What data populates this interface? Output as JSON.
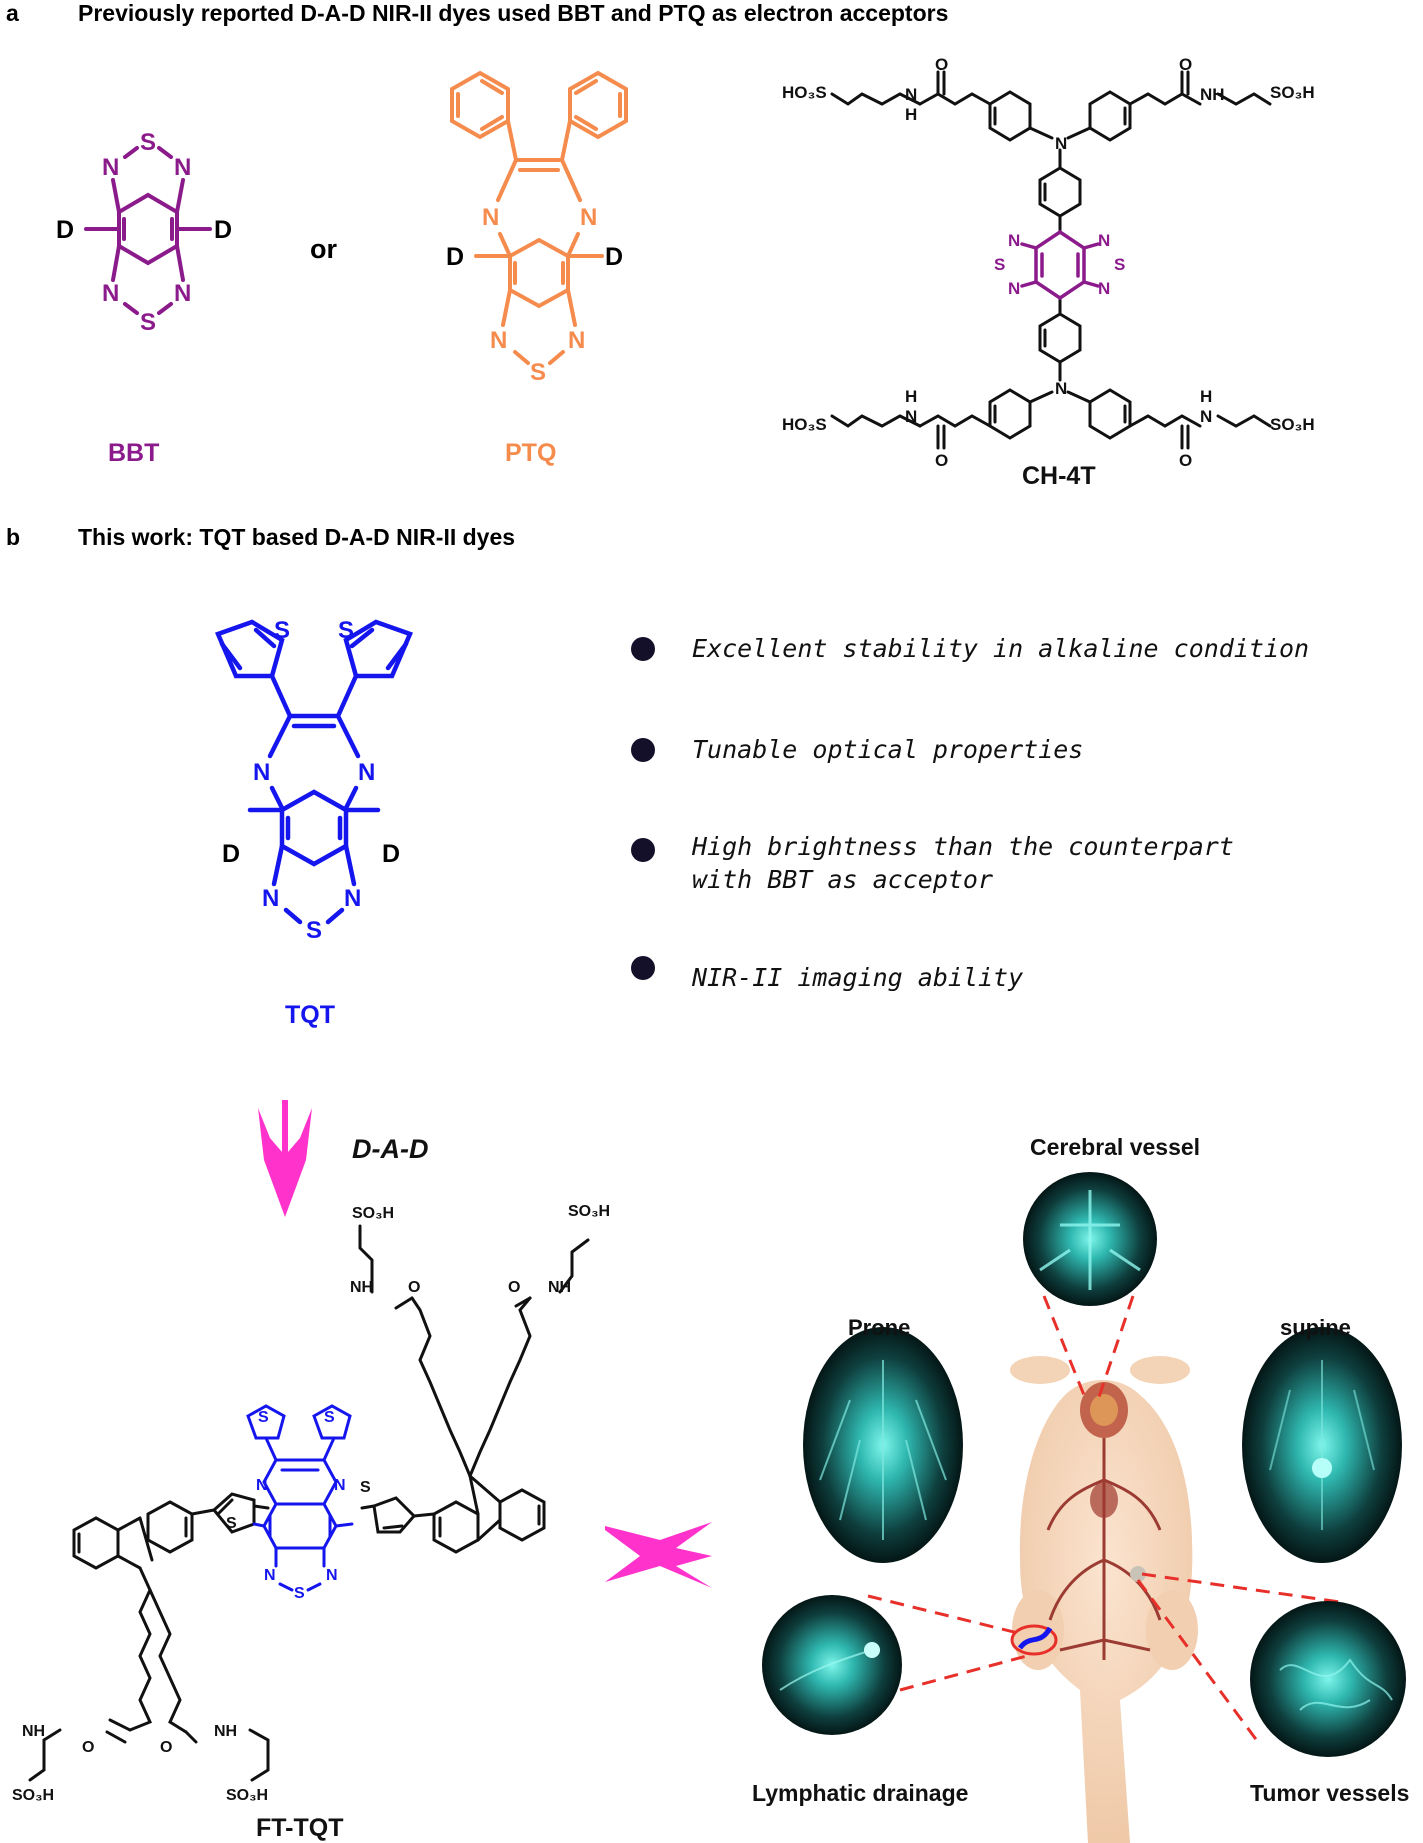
{
  "panel_a": {
    "letter": "a",
    "title": "Previously reported D-A-D NIR-II dyes used BBT and PTQ as electron acceptors",
    "or_text": "or",
    "bbt": {
      "name": "BBT",
      "color": "#8b1a8b"
    },
    "ptq": {
      "name": "PTQ",
      "color": "#f58b4c"
    },
    "ch4t": {
      "name": "CH-4T",
      "color": "#8b1a8b"
    }
  },
  "panel_b": {
    "letter": "b",
    "title": "This work: TQT based D-A-D NIR-II dyes",
    "tqt": {
      "name": "TQT",
      "color": "#1515ee"
    },
    "features": [
      "Excellent stability in alkaline condition",
      "Tunable optical properties",
      "High brightness than the counterpart",
      "with BBT as acceptor",
      "NIR-II imaging ability"
    ],
    "arrow_label": "D-A-D",
    "arrow_color": "#ff33cc",
    "ft_tqt": {
      "name": "FT-TQT"
    },
    "imaging": {
      "cerebral": "Cerebral vessel",
      "prone": "Prone",
      "supine": "supine",
      "lymphatic": "Lymphatic drainage",
      "tumor": "Tumor vessels",
      "image_color": "#2fb8b0",
      "dash_color": "#e8302a"
    }
  },
  "atoms": {
    "D": "D",
    "N": "N",
    "S": "S",
    "O": "O",
    "NH": "NH",
    "H": "H",
    "HO3S": "HO₃S",
    "SO3H": "SO₃H"
  }
}
